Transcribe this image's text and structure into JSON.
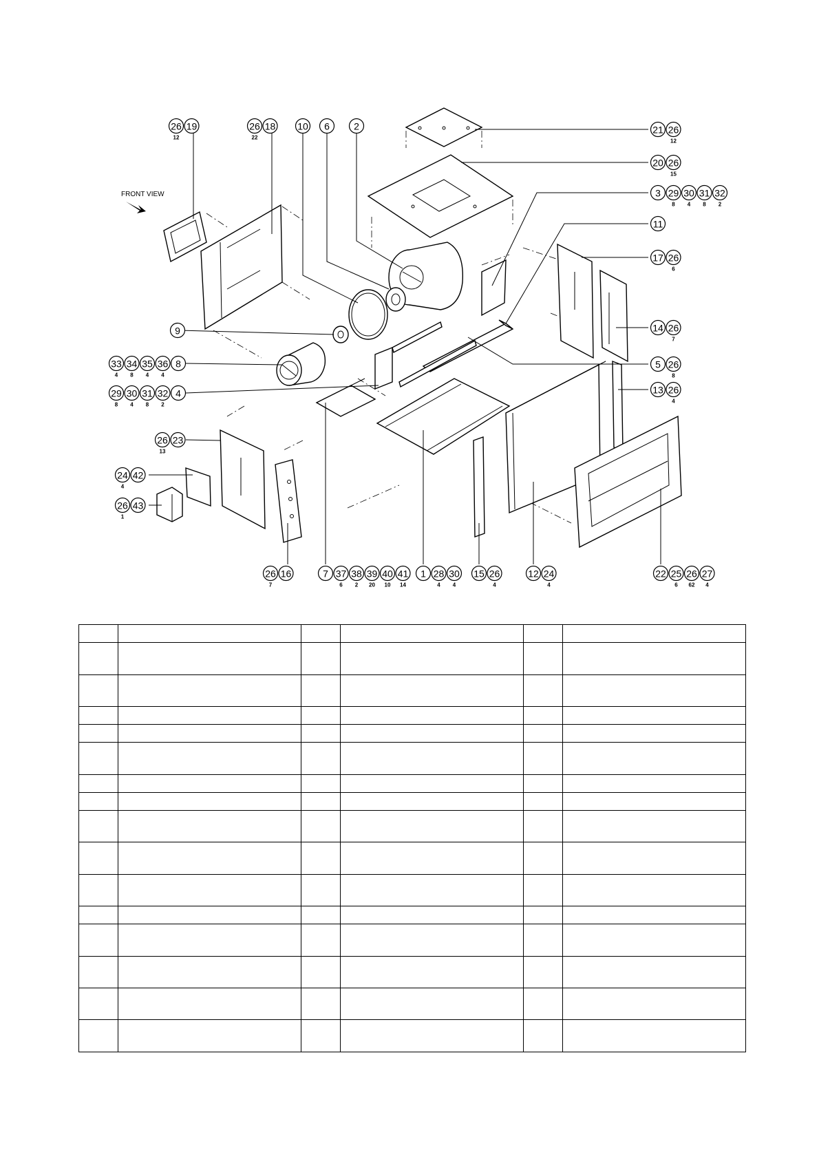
{
  "diagram": {
    "front_view_label": "FRONT VIEW",
    "callouts": [
      {
        "id": "c-26-19",
        "items": [
          {
            "n": "26",
            "q": "12"
          },
          {
            "n": "19",
            "q": ""
          }
        ]
      },
      {
        "id": "c-26-18",
        "items": [
          {
            "n": "26",
            "q": "22"
          },
          {
            "n": "18",
            "q": ""
          }
        ]
      },
      {
        "id": "c-10",
        "items": [
          {
            "n": "10",
            "q": ""
          }
        ]
      },
      {
        "id": "c-6",
        "items": [
          {
            "n": "6",
            "q": ""
          }
        ]
      },
      {
        "id": "c-2",
        "items": [
          {
            "n": "2",
            "q": ""
          }
        ]
      },
      {
        "id": "c-21-26",
        "items": [
          {
            "n": "21",
            "q": ""
          },
          {
            "n": "26",
            "q": "12"
          }
        ]
      },
      {
        "id": "c-20-26",
        "items": [
          {
            "n": "20",
            "q": ""
          },
          {
            "n": "26",
            "q": "15"
          }
        ]
      },
      {
        "id": "c-3-32",
        "items": [
          {
            "n": "3",
            "q": ""
          },
          {
            "n": "29",
            "q": "8"
          },
          {
            "n": "30",
            "q": "4"
          },
          {
            "n": "31",
            "q": "8"
          },
          {
            "n": "32",
            "q": "2"
          }
        ]
      },
      {
        "id": "c-11",
        "items": [
          {
            "n": "11",
            "q": ""
          }
        ]
      },
      {
        "id": "c-17-26",
        "items": [
          {
            "n": "17",
            "q": ""
          },
          {
            "n": "26",
            "q": "6"
          }
        ]
      },
      {
        "id": "c-14-26",
        "items": [
          {
            "n": "14",
            "q": ""
          },
          {
            "n": "26",
            "q": "7"
          }
        ]
      },
      {
        "id": "c-5-26",
        "items": [
          {
            "n": "5",
            "q": ""
          },
          {
            "n": "26",
            "q": "8"
          }
        ]
      },
      {
        "id": "c-13-26",
        "items": [
          {
            "n": "13",
            "q": ""
          },
          {
            "n": "26",
            "q": "4"
          }
        ]
      },
      {
        "id": "c-9",
        "items": [
          {
            "n": "9",
            "q": ""
          }
        ]
      },
      {
        "id": "c-33-8",
        "items": [
          {
            "n": "33",
            "q": "4"
          },
          {
            "n": "34",
            "q": "8"
          },
          {
            "n": "35",
            "q": "4"
          },
          {
            "n": "36",
            "q": "4"
          },
          {
            "n": "8",
            "q": ""
          }
        ]
      },
      {
        "id": "c-29-4",
        "items": [
          {
            "n": "29",
            "q": "8"
          },
          {
            "n": "30",
            "q": "4"
          },
          {
            "n": "31",
            "q": "8"
          },
          {
            "n": "32",
            "q": "2"
          },
          {
            "n": "4",
            "q": ""
          }
        ]
      },
      {
        "id": "c-26-23",
        "items": [
          {
            "n": "26",
            "q": "13"
          },
          {
            "n": "23",
            "q": ""
          }
        ]
      },
      {
        "id": "c-24-42",
        "items": [
          {
            "n": "24",
            "q": "4"
          },
          {
            "n": "42",
            "q": ""
          }
        ]
      },
      {
        "id": "c-26-43",
        "items": [
          {
            "n": "26",
            "q": "1"
          },
          {
            "n": "43",
            "q": ""
          }
        ]
      },
      {
        "id": "c-26-16",
        "items": [
          {
            "n": "26",
            "q": "7"
          },
          {
            "n": "16",
            "q": ""
          }
        ]
      },
      {
        "id": "c-7-41",
        "items": [
          {
            "n": "7",
            "q": ""
          },
          {
            "n": "37",
            "q": "6"
          },
          {
            "n": "38",
            "q": "2"
          },
          {
            "n": "39",
            "q": "20"
          },
          {
            "n": "40",
            "q": "10"
          },
          {
            "n": "41",
            "q": "14"
          }
        ]
      },
      {
        "id": "c-1-30",
        "items": [
          {
            "n": "1",
            "q": ""
          },
          {
            "n": "28",
            "q": "4"
          },
          {
            "n": "30",
            "q": "4"
          }
        ]
      },
      {
        "id": "c-15-26",
        "items": [
          {
            "n": "15",
            "q": ""
          },
          {
            "n": "26",
            "q": "4"
          }
        ]
      },
      {
        "id": "c-12-24",
        "items": [
          {
            "n": "12",
            "q": ""
          },
          {
            "n": "24",
            "q": "4"
          }
        ]
      },
      {
        "id": "c-22-27",
        "items": [
          {
            "n": "22",
            "q": ""
          },
          {
            "n": "25",
            "q": "6"
          },
          {
            "n": "26",
            "q": "62"
          },
          {
            "n": "27",
            "q": "4"
          }
        ]
      }
    ]
  },
  "parts_table": {
    "rows": [
      [
        "",
        "",
        "",
        "",
        "",
        ""
      ],
      [
        "",
        "",
        "",
        "",
        "",
        ""
      ],
      [
        "",
        "",
        "",
        "",
        "",
        ""
      ],
      [
        "",
        "",
        "",
        "",
        "",
        ""
      ],
      [
        "",
        "",
        "",
        "",
        "",
        ""
      ],
      [
        "",
        "",
        "",
        "",
        "",
        ""
      ],
      [
        "",
        "",
        "",
        "",
        "",
        ""
      ],
      [
        "",
        "",
        "",
        "",
        "",
        ""
      ],
      [
        "",
        "",
        "",
        "",
        "",
        ""
      ],
      [
        "",
        "",
        "",
        "",
        "",
        ""
      ],
      [
        "",
        "",
        "",
        "",
        "",
        ""
      ],
      [
        "",
        "",
        "",
        "",
        "",
        ""
      ],
      [
        "",
        "",
        "",
        "",
        "",
        ""
      ],
      [
        "",
        "",
        "",
        "",
        "",
        ""
      ],
      [
        "",
        "",
        "",
        "",
        "",
        ""
      ]
    ]
  }
}
